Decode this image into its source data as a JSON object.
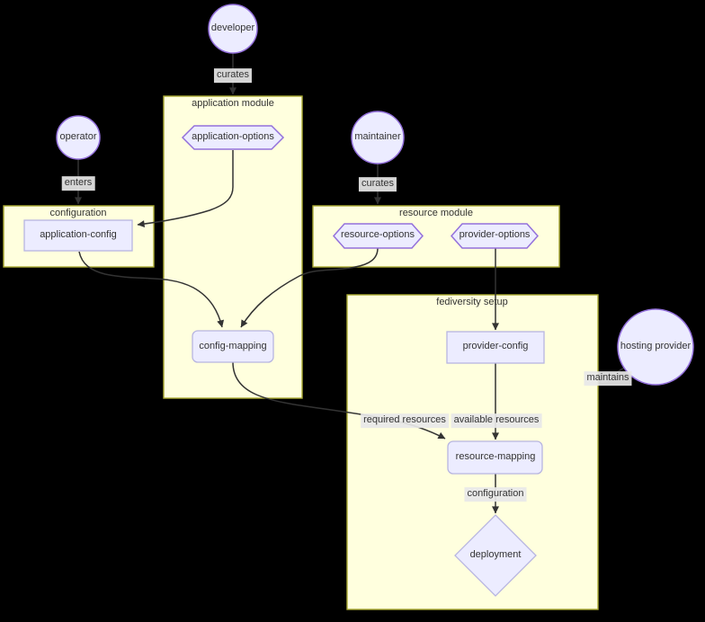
{
  "diagram": {
    "colors": {
      "background": "#000000",
      "cluster_fill": "#ffffde",
      "cluster_border": "#aaaa33",
      "node_fill": "#ececff",
      "node_border_strong": "#9370db",
      "node_border_light": "#b7b5e0",
      "edge_color": "#333333",
      "edge_label_background": "#e8e8e8",
      "text_color": "#333333"
    },
    "clusters": {
      "application_module": {
        "label": "application module"
      },
      "configuration": {
        "label": "configuration"
      },
      "resource_module": {
        "label": "resource module"
      },
      "fediversity_setup": {
        "label": "fediversity setup"
      }
    },
    "nodes": {
      "developer": {
        "label": "developer",
        "shape": "circle"
      },
      "operator": {
        "label": "operator",
        "shape": "circle"
      },
      "maintainer": {
        "label": "maintainer",
        "shape": "circle"
      },
      "hosting_provider": {
        "label": "hosting provider",
        "shape": "circle"
      },
      "application_options": {
        "label": "application-options",
        "shape": "hexagon"
      },
      "resource_options": {
        "label": "resource-options",
        "shape": "hexagon"
      },
      "provider_options": {
        "label": "provider-options",
        "shape": "hexagon"
      },
      "application_config": {
        "label": "application-config",
        "shape": "rectangle"
      },
      "provider_config": {
        "label": "provider-config",
        "shape": "rectangle"
      },
      "config_mapping": {
        "label": "config-mapping",
        "shape": "rounded-rectangle"
      },
      "resource_mapping": {
        "label": "resource-mapping",
        "shape": "rounded-rectangle"
      },
      "deployment": {
        "label": "deployment",
        "shape": "diamond"
      }
    },
    "edge_labels": {
      "developer_curates": "curates",
      "operator_enters": "enters",
      "maintainer_curates": "curates",
      "hosting_provider_maintains": "maintains",
      "required_resources": "required resources",
      "available_resources": "available resources",
      "configuration": "configuration"
    }
  }
}
